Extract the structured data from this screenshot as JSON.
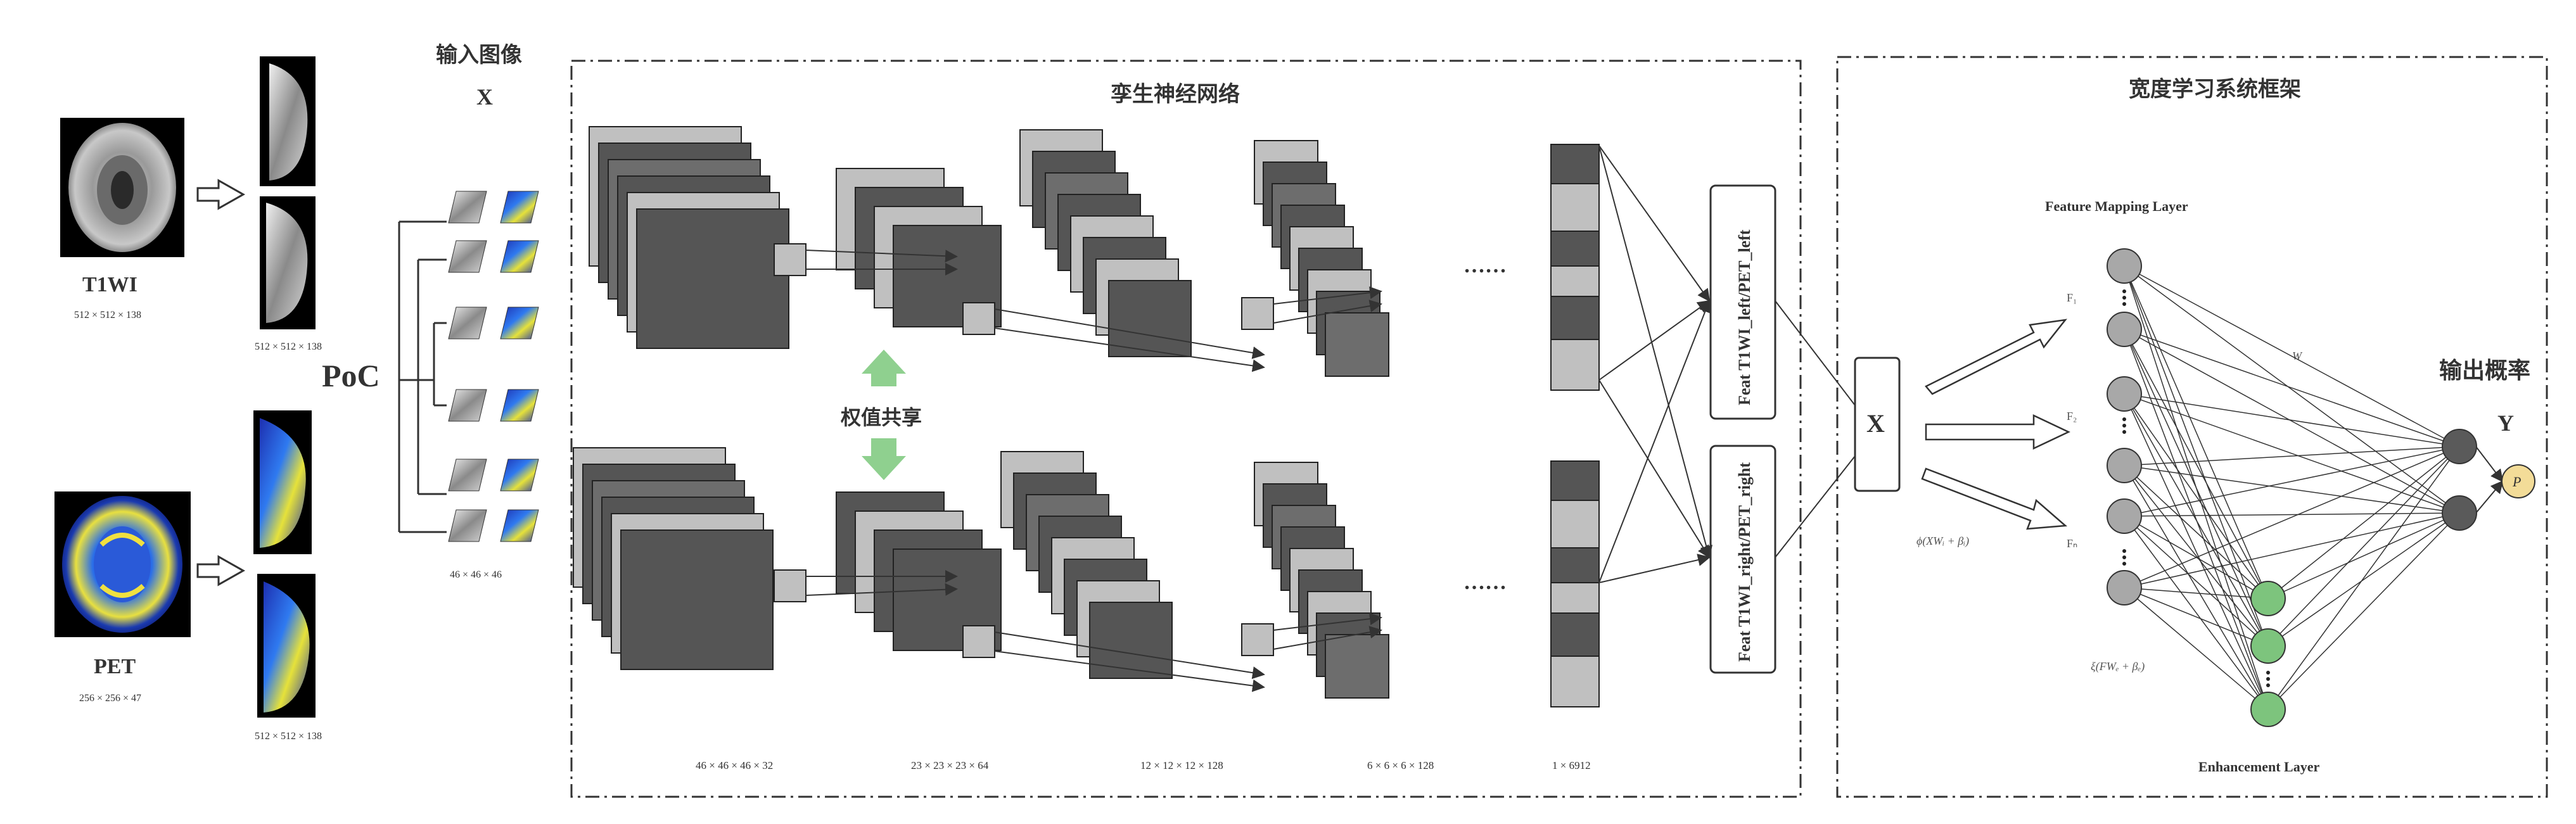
{
  "inputs": {
    "t1wi": {
      "label": "T1WI",
      "dims": "512 × 512 × 138"
    },
    "pet": {
      "label": "PET",
      "dims": "256 × 256 × 47"
    },
    "slices_top_dims": "512 × 512 × 138",
    "slices_bottom_dims": "512 × 512 × 138",
    "poc_label": "PoC",
    "input_image_title": "输入图像",
    "input_image_symbol": "X",
    "patch_dims": "46 × 46 × 46"
  },
  "siamese": {
    "title": "孪生神经网络",
    "weight_sharing": "权值共享",
    "layer_dims": [
      "46 × 46 × 46 × 32",
      "23 × 23 × 23 × 64",
      "12 × 12 × 12 × 128",
      "6 × 6 × 6 × 128",
      "1 × 6912"
    ],
    "ellipsis": "……",
    "feat_left": "Feat T1WI_left/PET_left",
    "feat_right": "Feat T1WI_right/PET_right"
  },
  "broad": {
    "title": "宽度学习系统框架",
    "input_symbol": "X",
    "feature_mapping_layer": "Feature Mapping Layer",
    "enhancement_layer": "Enhancement Layer",
    "f1": "F₁",
    "f2": "F₂",
    "fn": "Fₙ",
    "phi_formula": "ϕ(XWᵢ + βᵢ)",
    "xi_formula": "ξ(FWₑ + βₑ)",
    "w_label": "W",
    "output_title": "输出概率",
    "output_symbol": "Y",
    "p_label": "P"
  },
  "colors": {
    "dark_block": "#555555",
    "mid_block": "#6d6d6d",
    "light_block": "#c0c0c0",
    "green_node": "#7dc47d",
    "green_arrow": "#8fd08f",
    "gray_node": "#a8a8a8",
    "dark_node": "#5a5a5a",
    "p_node": "#f3dc98"
  }
}
